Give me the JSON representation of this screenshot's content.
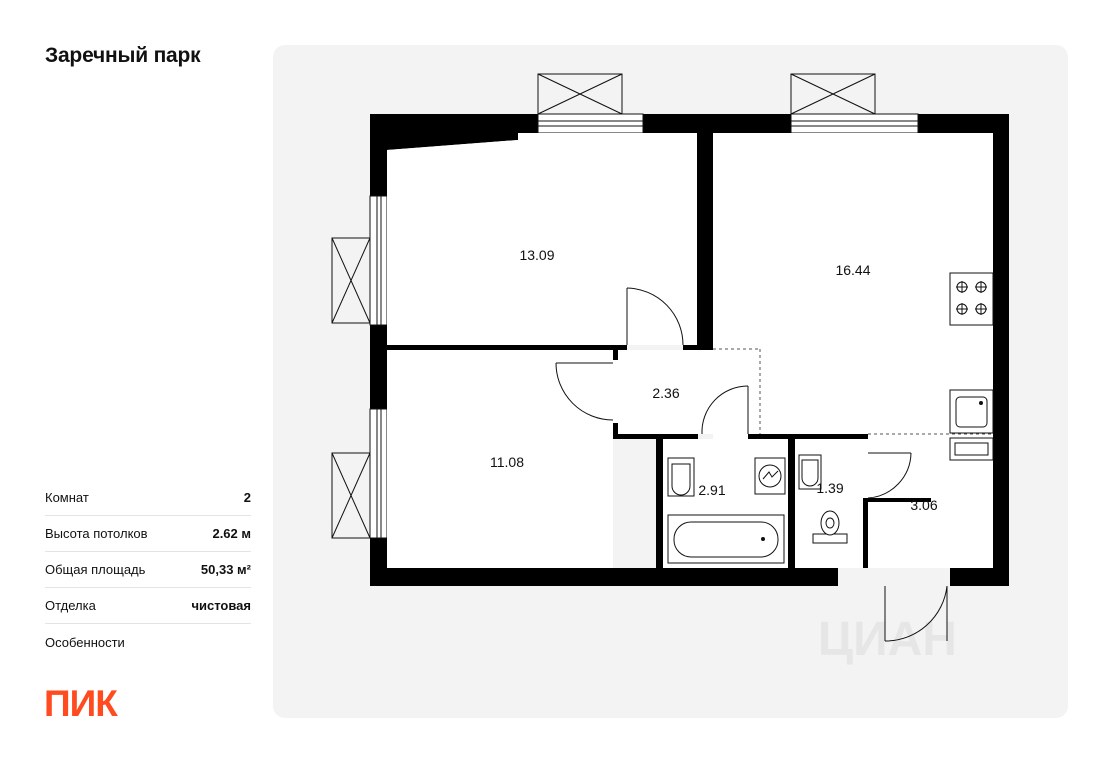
{
  "header": {
    "title": "Заречный парк"
  },
  "specs": [
    {
      "label": "Комнат",
      "value": "2"
    },
    {
      "label": "Высота потолков",
      "value": "2.62 м"
    },
    {
      "label": "Общая площадь",
      "value": "50,33 м²"
    },
    {
      "label": "Отделка",
      "value": "чистовая"
    },
    {
      "label": "Особенности",
      "value": ""
    }
  ],
  "brand": {
    "logo_text": "ПИК",
    "color": "#ff4b1f"
  },
  "plan": {
    "rooms": [
      {
        "area": "13.09"
      },
      {
        "area": "16.44"
      },
      {
        "area": "2.36"
      },
      {
        "area": "11.08"
      },
      {
        "area": "2.91"
      },
      {
        "area": "1.39"
      },
      {
        "area": "3.06"
      }
    ],
    "watermark": "ЦИАН"
  },
  "colors": {
    "panel_bg": "#f3f3f3",
    "wall": "#000000",
    "accent": "#ff4b1f"
  }
}
